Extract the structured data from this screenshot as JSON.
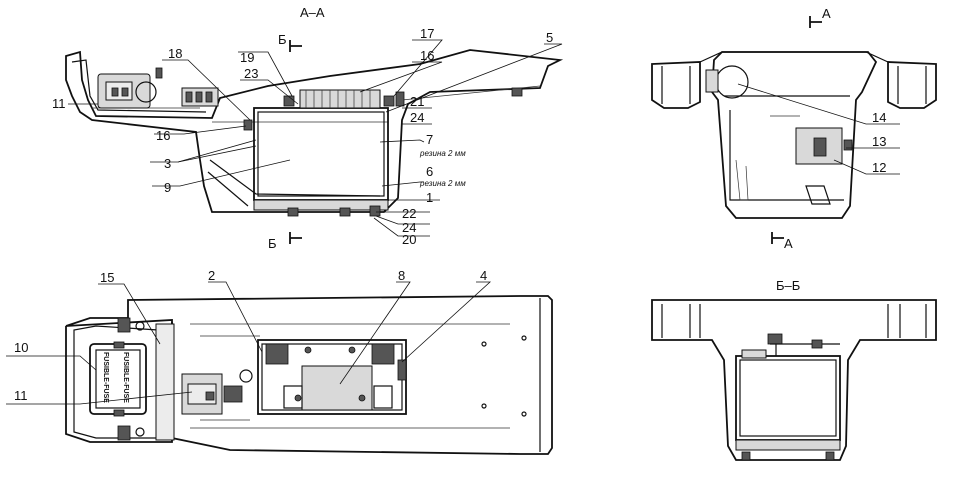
{
  "views": {
    "aa_title": "А–А",
    "bb_title": "Б–Б",
    "cut_b": "Б",
    "cut_a": "А"
  },
  "notes": {
    "rubber_7": "резина 2 мм",
    "rubber_6": "резина 2 мм"
  },
  "fuse": {
    "text_a": "FUSIBLE-FUSE",
    "text_b": "FUSIBLE-FUSE"
  },
  "callouts": {
    "aa": [
      "18",
      "19",
      "23",
      "17",
      "16",
      "5",
      "11",
      "21",
      "24",
      "16",
      "7",
      "3",
      "6",
      "9",
      "1",
      "22",
      "24",
      "20"
    ],
    "top_right": [
      "14",
      "13",
      "12"
    ],
    "plan": [
      "15",
      "2",
      "8",
      "4",
      "10",
      "11"
    ]
  }
}
